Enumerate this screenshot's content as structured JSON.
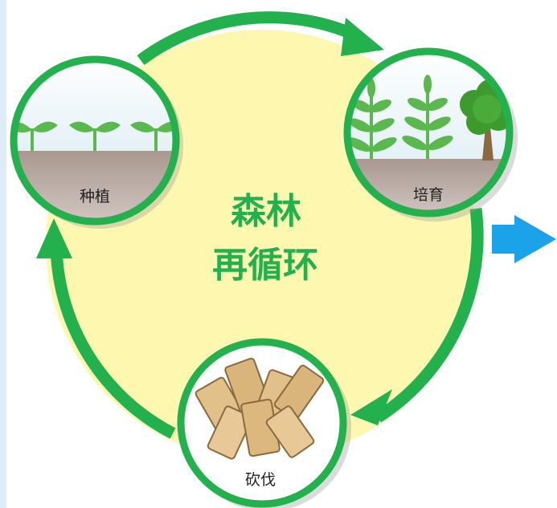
{
  "diagram": {
    "title_line1": "森林",
    "title_line2": "再循环",
    "stages": [
      {
        "id": "planting",
        "label": "种植"
      },
      {
        "id": "nurturing",
        "label": "培育"
      },
      {
        "id": "cutting",
        "label": "砍伐"
      }
    ]
  },
  "colors": {
    "cycle_fill": "#fdf7b0",
    "cycle_stroke": "#22b14c",
    "title": "#22b14c",
    "soil": "#b9a9a3",
    "sky": "#e8f4f8",
    "leaf": "#5ab84e",
    "tree": "#3d9a2f",
    "wood": "#e2c08a",
    "output_arrow": "#1aa3e8"
  }
}
